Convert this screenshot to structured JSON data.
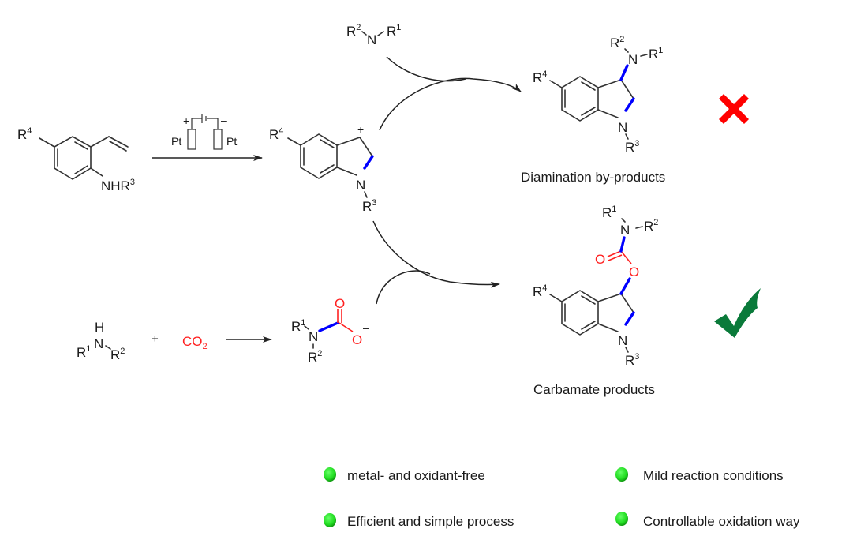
{
  "scheme": {
    "starting_material": {
      "substituent_r4": "R",
      "substituent_r4_sup": "4",
      "amine_label": "NHR",
      "amine_sup": "3"
    },
    "electrolysis_conditions": {
      "anode_label": "Pt",
      "cathode_label": "Pt",
      "anode_sign": "+",
      "cathode_sign": "–"
    },
    "cation_intermediate": {
      "r4": "R",
      "r4_sup": "4",
      "charge": "+",
      "n_label": "N",
      "r3": "R",
      "r3_sup": "3"
    },
    "amide_anion": {
      "r2": "R",
      "r2_sup": "2",
      "n_label": "N",
      "r1": "R",
      "r1_sup": "1",
      "charge": "–"
    },
    "diamination_product": {
      "r2": "R",
      "r2_sup": "2",
      "n_top": "N",
      "r1": "R",
      "r1_sup": "1",
      "r4": "R",
      "r4_sup": "4",
      "n_ring": "N",
      "r3": "R",
      "r3_sup": "3",
      "caption": "Diamination by-products",
      "status_icon": "cross-mark",
      "status_color": "#ff0000"
    },
    "carbamate_product": {
      "r1": "R",
      "r1_sup": "1",
      "n_top": "N",
      "r2": "R",
      "r2_sup": "2",
      "o_carbonyl": "O",
      "o_ester": "O",
      "r4": "R",
      "r4_sup": "4",
      "n_ring": "N",
      "r3": "R",
      "r3_sup": "3",
      "caption": "Carbamate products",
      "status_icon": "check-mark",
      "status_color": "#0a7a3a"
    },
    "amine_reagent": {
      "h": "H",
      "r1": "R",
      "r1_sup": "1",
      "n_label": "N",
      "r2": "R",
      "r2_sup": "2"
    },
    "plus_sign": "+",
    "co2": {
      "label": "CO",
      "sub": "2"
    },
    "carbamate_anion": {
      "r1": "R",
      "r1_sup": "1",
      "n_label": "N",
      "r2": "R",
      "r2_sup": "2",
      "o_carbonyl": "O",
      "o_anion": "O",
      "charge": "–"
    },
    "colors": {
      "new_bond": "#0000ff",
      "carbamate_atoms": "#ff2020",
      "bullet": "#22dd22"
    }
  },
  "features": [
    {
      "text": "metal- and oxidant-free"
    },
    {
      "text": "Mild reaction conditions"
    },
    {
      "text": "Efficient and simple process"
    },
    {
      "text": "Controllable oxidation way"
    }
  ]
}
